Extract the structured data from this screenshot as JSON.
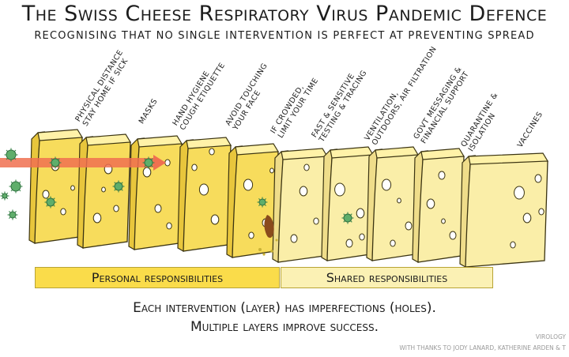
{
  "title": "The Swiss Cheese Respiratory Virus Pandemic Defence",
  "subtitle": "RECOGNISING THAT NO SINGLE INTERVENTION IS PERFECT AT PREVENTING SPREAD",
  "layers": [
    {
      "label": "PHYSICAL DISTANCE\nSTAY HOME IF SICK",
      "group": "personal"
    },
    {
      "label": "MASKS",
      "group": "personal"
    },
    {
      "label": "HAND HYGIENE\nCOUGH ETIQUETTE",
      "group": "personal"
    },
    {
      "label": "AVOID TOUCHING\nYOUR FACE",
      "group": "personal"
    },
    {
      "label": "IF CROWDED,\nLIMIT YOUR TIME",
      "group": "personal"
    },
    {
      "label": "FAST & SENSITIVE\nTESTING & TRACING",
      "group": "shared"
    },
    {
      "label": "VENTILATION,\nOUTDOORS, AIR FILTRATION",
      "group": "shared"
    },
    {
      "label": "GOVT MESSAGING &\nFINANCIAL SUPPORT",
      "group": "shared"
    },
    {
      "label": "QUARANTINE &\nISOLATION",
      "group": "shared"
    },
    {
      "label": "VACCINES",
      "group": "shared"
    }
  ],
  "bands": {
    "personal": "Personal responsibilities",
    "shared": "Shared responsibilities"
  },
  "footer": {
    "line1": "Each intervention (layer) has imperfections (holes).",
    "line2": "Multiple layers improve success."
  },
  "credits": {
    "brand": "VIROLOGY",
    "thanks": "WITH THANKS TO JODY LANARD, KATHERINE ARDEN & T"
  },
  "colors": {
    "personal_fill": "#fadc4a",
    "shared_fill": "#fbf1b4",
    "cheese_personal": "#f7dc5c",
    "cheese_shared": "#faeea8",
    "arrow": "#f07050",
    "virus": "#5fae6b"
  }
}
